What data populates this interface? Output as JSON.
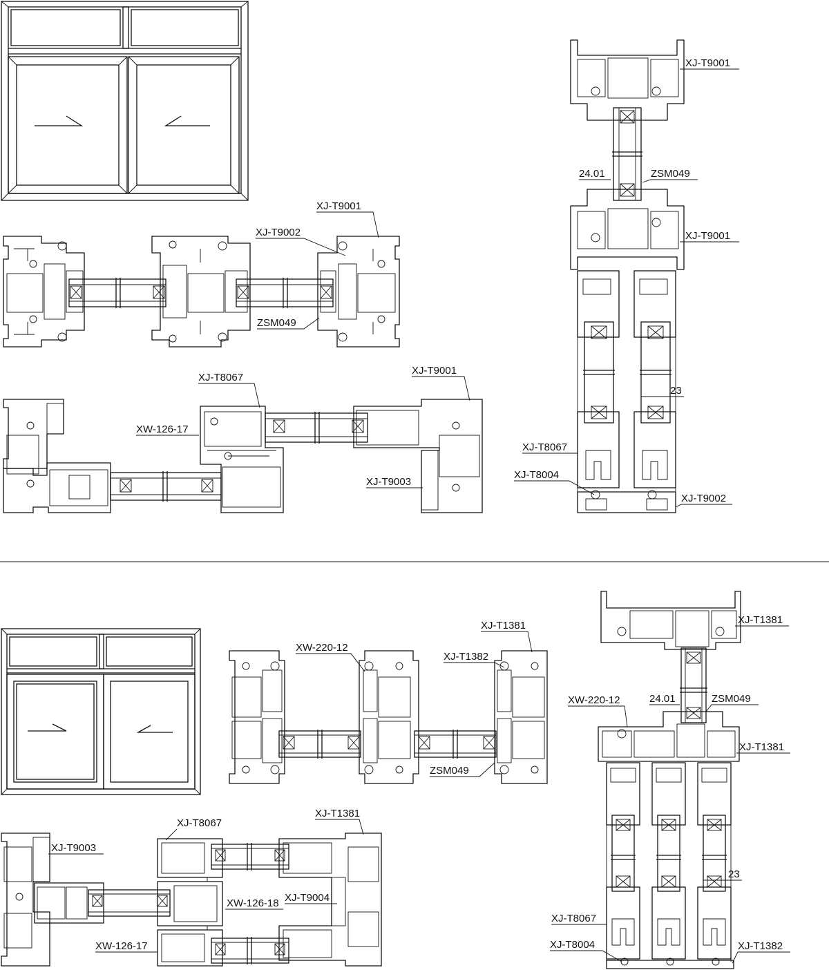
{
  "colors": {
    "line": "#111111",
    "background": "#ffffff"
  },
  "top_section": {
    "horizontal_section_1": {
      "labels": {
        "t9001": "XJ-T9001",
        "t9002": "XJ-T9002",
        "zsm049": "ZSM049"
      }
    },
    "horizontal_section_2": {
      "labels": {
        "t8067": "XJ-T8067",
        "t9001": "XJ-T9001",
        "xw126_17": "XW-126-17",
        "t9003": "XJ-T9003"
      }
    },
    "vertical_section": {
      "labels": {
        "t9001_top": "XJ-T9001",
        "dim_2401": "24.01",
        "zsm049": "ZSM049",
        "t9001_mid": "XJ-T9001",
        "dim_23": "23",
        "t8067": "XJ-T8067",
        "t8004": "XJ-T8004",
        "t9002": "XJ-T9002"
      }
    }
  },
  "bottom_section": {
    "horizontal_section_1": {
      "labels": {
        "t1381": "XJ-T1381",
        "xw220_12": "XW-220-12",
        "t1382": "XJ-T1382",
        "zsm049": "ZSM049"
      }
    },
    "horizontal_section_2": {
      "labels": {
        "t9003": "XJ-T9003",
        "t8067": "XJ-T8067",
        "t1381": "XJ-T1381",
        "xw126_18": "XW-126-18",
        "t9004": "XJ-T9004",
        "xw126_17": "XW-126-17"
      }
    },
    "vertical_section": {
      "labels": {
        "t1381_top": "XJ-T1381",
        "xw220_12": "XW-220-12",
        "dim_2401": "24.01",
        "zsm049": "ZSM049",
        "t1381_mid": "XJ-T1381",
        "dim_23": "23",
        "t8067": "XJ-T8067",
        "t8004": "XJ-T8004",
        "t1382": "XJ-T1382"
      }
    }
  }
}
